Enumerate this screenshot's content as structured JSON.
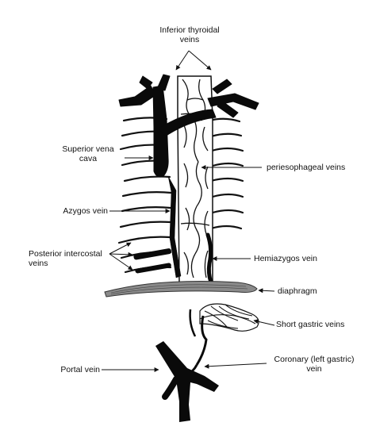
{
  "diagram": {
    "labels": {
      "inferior_thyroidal": "Inferior thyroidal\nveins",
      "superior_vena_cava": "Superior vena\ncava",
      "periesophageal": "periesophageal veins",
      "azygos": "Azygos vein",
      "posterior_intercostal": "Posterior intercostal\nveins",
      "hemiazygos": "Hemiazygos vein",
      "diaphragm": "diaphragm",
      "short_gastric": "Short gastric veins",
      "coronary": "Coronary (left gastric)\nvein",
      "portal": "Portal vein"
    },
    "colors": {
      "ink": "#111111",
      "vein_fill": "#0a0a0a",
      "diaphragm_fill": "#8a8a8a",
      "background": "#ffffff"
    }
  }
}
